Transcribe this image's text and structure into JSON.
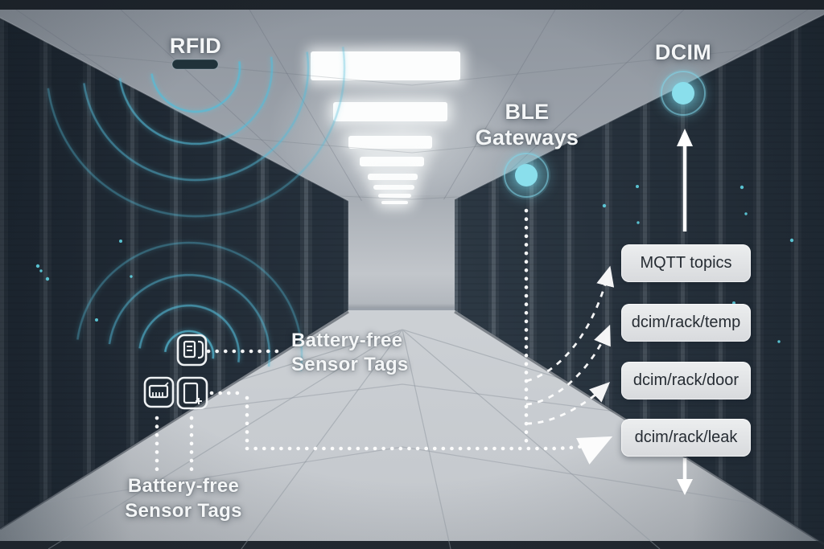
{
  "labels": {
    "rfid": "RFID",
    "dcim": "DCIM",
    "ble_gateways": {
      "line1": "BLE",
      "line2": "Gateways"
    },
    "sensor_tags_mid": {
      "line1": "Battery-free",
      "line2": "Sensor Tags"
    },
    "sensor_tags_bottom": {
      "line1": "Battery-free",
      "line2": "Sensor Tags"
    }
  },
  "topic_boxes": [
    {
      "label": "MQTT topics"
    },
    {
      "label": "dcim/rack/temp"
    },
    {
      "label": "dcim/rack/door"
    },
    {
      "label": "dcim/rack/leak"
    }
  ],
  "icons": {
    "rfid_reader": "rfid-reader-bar",
    "ble_gateway": "ble-gateway-beacon-dot",
    "dcim_beacon": "dcim-beacon-dot",
    "sensor_note": "sensor-tag-note-icon",
    "sensor_ruler": "sensor-tag-ruler-icon",
    "sensor_door": "sensor-tag-door-icon"
  },
  "colors": {
    "beacon_fill": "#8ADFEC",
    "arc_stroke": "#55BCD9",
    "connector": "#FFFFFF",
    "topic_box_bg": "#E5E7E9",
    "topic_box_text": "#262C33",
    "label_text": "#F4F6F7"
  }
}
